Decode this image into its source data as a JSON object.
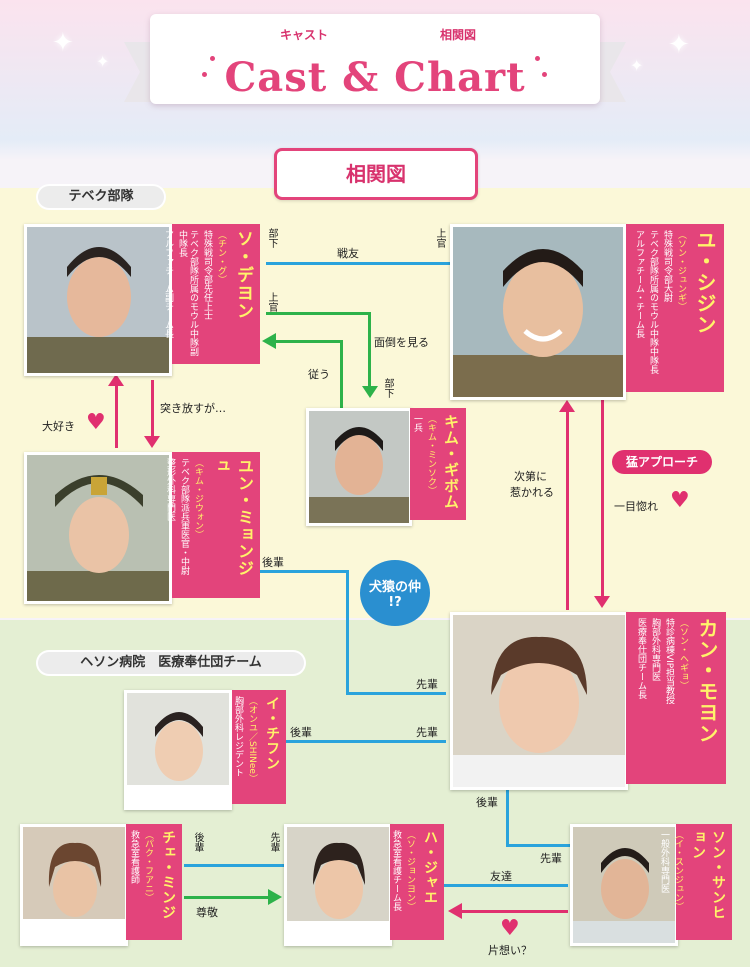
{
  "header": {
    "ruby_left": "キャスト",
    "ruby_right": "相関図",
    "title": "Cast & Chart"
  },
  "main_label": "相関図",
  "groups": {
    "army": "テベク部隊",
    "hospital": "ヘソン病院　医療奉仕団チーム"
  },
  "people": {
    "so": {
      "name": "ソ・デヨン",
      "reading": "（チン・グ）",
      "desc": [
        "特殊戦司令部先任上士",
        "テベク部隊所属のモウル中隊副中隊長",
        "アルファチーム副チーム長"
      ]
    },
    "yu": {
      "name": "ユ・シジン",
      "reading": "（ソン・ジュンギ）",
      "desc": [
        "特殊戦司令部大尉",
        "テベク部隊所属のモウル中隊中隊長",
        "アルファチーム・チーム長"
      ]
    },
    "kim": {
      "name": "キム・ギボム",
      "reading": "（キム・ミンソク）",
      "desc": [
        "一兵"
      ]
    },
    "yun": {
      "name": "ユン・ミョンジュ",
      "reading": "（キム・ジウォン）",
      "desc": [
        "テベク部隊派兵軍医官・中尉",
        "整形外科専門医"
      ]
    },
    "kang": {
      "name": "カン・モヨン",
      "reading": "（ソン・ヘギョ）",
      "desc": [
        "特診病棟VIP担当教授",
        "胸部外科専門医",
        "医療奉仕団チーム長"
      ]
    },
    "lee": {
      "name": "イ・チフン",
      "reading": "（オンユ／SHINee）",
      "desc": [
        "胸部外科レジデント"
      ]
    },
    "song": {
      "name": "ソン・サンヒョン",
      "reading": "（イ・スンジュン）",
      "desc": [
        "一般外科専門医"
      ]
    },
    "ha": {
      "name": "ハ・ジャエ",
      "reading": "（ソ・ジョンヨン）",
      "desc": [
        "救急室看護チーム長"
      ]
    },
    "choi": {
      "name": "チェ・ミンジ",
      "reading": "（パク・フアニ）",
      "desc": [
        "救急室看護師"
      ]
    }
  },
  "relations": {
    "senyu": "戦友",
    "buka": "部下",
    "joukan": "上官",
    "mendou": "面倒を見る",
    "shitagau": "従う",
    "buka2": "部下",
    "joukan2": "上官",
    "daisuki": "大好き",
    "tsukihanasu": "突き放すが…",
    "shidai": [
      "次第に",
      "惹かれる"
    ],
    "mou": "猛アプローチ",
    "hitomebore": "一目惚れ",
    "kouhai_yun": "後輩",
    "kenen": [
      "犬猿の仲",
      "!?"
    ],
    "senpai_kang": "先輩",
    "kouhai_lee": "後輩",
    "senpai_lee": "先輩",
    "kouhai_song": "後輩",
    "senpai_song": "先輩",
    "tomodachi": "友達",
    "kataomoi": "片想い？",
    "kouhai_choi": "後輩",
    "senpai_ha": "先輩",
    "sonkei": "尊敬"
  },
  "colors": {
    "pink": "#e3447b",
    "blue": "#2aa3dc",
    "green": "#2db24a",
    "name_yellow": "#fff36a"
  }
}
